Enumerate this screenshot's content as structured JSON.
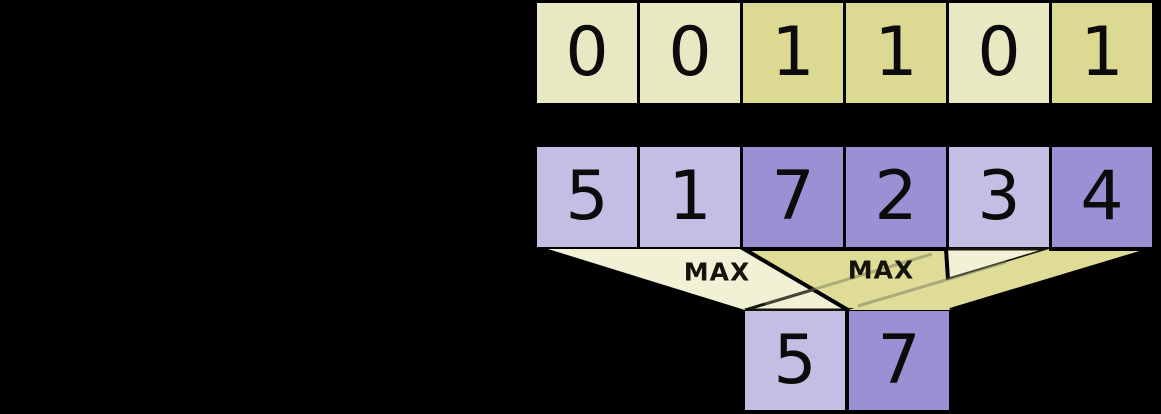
{
  "figure": {
    "mask_row": {
      "cells": [
        {
          "value": "0",
          "variant": "yellow-light"
        },
        {
          "value": "0",
          "variant": "yellow-light"
        },
        {
          "value": "1",
          "variant": "yellow-dark"
        },
        {
          "value": "1",
          "variant": "yellow-dark"
        },
        {
          "value": "0",
          "variant": "yellow-light"
        },
        {
          "value": "1",
          "variant": "yellow-dark"
        }
      ]
    },
    "values_row": {
      "cells": [
        {
          "value": "5",
          "variant": "purple-light"
        },
        {
          "value": "1",
          "variant": "purple-light"
        },
        {
          "value": "7",
          "variant": "purple-dark"
        },
        {
          "value": "2",
          "variant": "purple-dark"
        },
        {
          "value": "3",
          "variant": "purple-light"
        },
        {
          "value": "4",
          "variant": "purple-dark"
        }
      ]
    },
    "operations": {
      "left_label": "MAX",
      "right_label": "MAX"
    },
    "result_row": {
      "cells": [
        {
          "value": "5",
          "variant": "purple-light"
        },
        {
          "value": "7",
          "variant": "purple-dark"
        }
      ]
    },
    "colors": {
      "background": "#000000",
      "yellow_light": "#e8e8c2",
      "yellow_dark": "#dcda92",
      "purple_light": "#c5bee4",
      "purple_dark": "#9a91d5",
      "funnel_light": "#f1f1d6",
      "funnel_dark": "#dedc96",
      "outline": "#000000",
      "digit": "#0b0b0b"
    }
  }
}
